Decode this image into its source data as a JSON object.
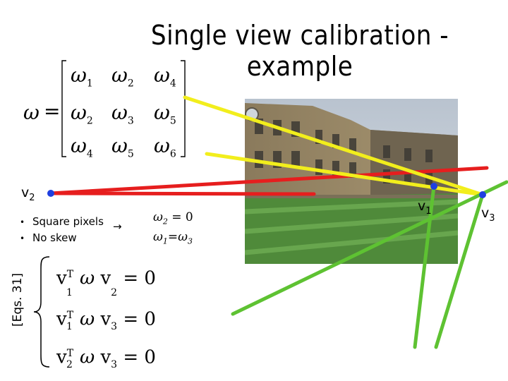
{
  "title": {
    "line1": "Single view calibration -",
    "line2": "example"
  },
  "matrix": {
    "lhs": "ω",
    "equals": "=",
    "symbol": "ω",
    "rows": [
      [
        "1",
        "2",
        "4"
      ],
      [
        "2",
        "3",
        "5"
      ],
      [
        "4",
        "5",
        "6"
      ]
    ]
  },
  "vanishing_points": {
    "v2": {
      "base": "v",
      "sub": "2"
    },
    "v1": {
      "base": "v",
      "sub": "1"
    },
    "v3": {
      "base": "v",
      "sub": "3"
    }
  },
  "bullets": [
    "Square pixels",
    "No skew"
  ],
  "arrow": "→",
  "constraints": {
    "line1": {
      "sym": "ω",
      "sub": "2",
      "rhs": "= 0"
    },
    "line2": {
      "sym_a": "ω",
      "sub_a": "1",
      "eq": "=",
      "sym_b": "ω",
      "sub_b": "3"
    }
  },
  "eq_tag": "[Eqs. 31]",
  "equations": [
    {
      "v_left": "v",
      "sup": "T",
      "sub_left": "1",
      "w": "ω",
      "v_right": "v",
      "sub_right": "2",
      "rhs": "= 0"
    },
    {
      "v_left": "v",
      "sup": "T",
      "sub_left": "1",
      "w": "ω",
      "v_right": "v",
      "sub_right": "3",
      "rhs": "= 0"
    },
    {
      "v_left": "v",
      "sup": "T",
      "sub_left": "2",
      "w": "ω",
      "v_right": "v",
      "sub_right": "3",
      "rhs": "= 0"
    }
  ],
  "colors": {
    "red_lines": "#e61e1e",
    "yellow_lines": "#f2ee1c",
    "green_lines": "#5ec232",
    "point": "#1f3fe0"
  }
}
